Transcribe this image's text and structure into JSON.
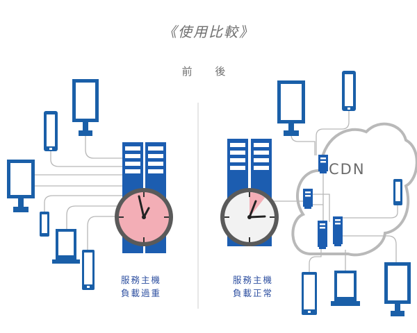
{
  "title": "《使用比較》",
  "subtitle": "前 後",
  "left_caption": {
    "line1": "服務主機",
    "line2": "負載過重"
  },
  "right_caption": {
    "line1": "服務主機",
    "line2": "負載正常"
  },
  "cloud_label": "CDN",
  "colors": {
    "device_blue": "#1a5fa8",
    "server_blue": "#1c5db0",
    "line_gray": "#b7b7b7",
    "cloud_gray": "#b9b9b9",
    "overload_face": "#f3aeb6",
    "normal_face": "#f2f2f2",
    "caption_blue": "#2d4fa0"
  },
  "icons": [
    "monitor-icon",
    "phone-icon",
    "tablet-icon",
    "laptop-icon",
    "server-icon",
    "gauge-icon",
    "cloud-icon"
  ]
}
